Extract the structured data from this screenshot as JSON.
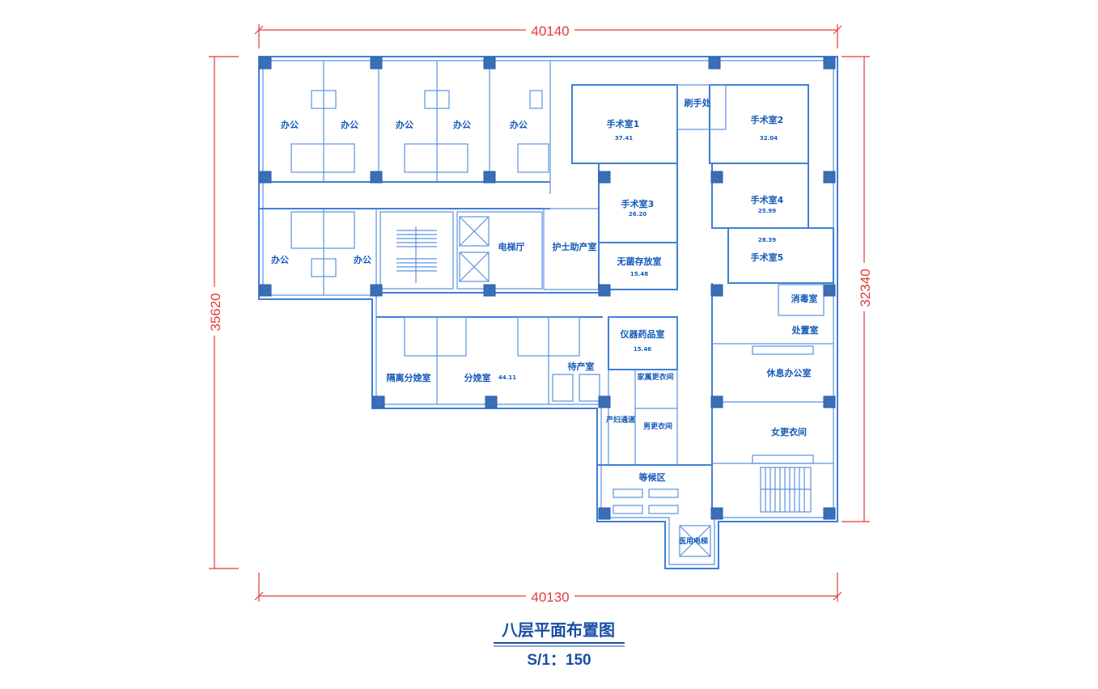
{
  "dimensions": {
    "top": "40140",
    "bottom": "40130",
    "left": "35620",
    "right": "32340"
  },
  "title": "八层平面布置图",
  "scale": "S/1：150",
  "rooms": {
    "office": "办公",
    "elevator_hall": "电梯厅",
    "nurse_room": "护士助产室",
    "or1": {
      "name": "手术室1",
      "area": "37.41"
    },
    "or2": {
      "name": "手术室2",
      "area": "32.04"
    },
    "or3": {
      "name": "手术室3",
      "area": "26.20"
    },
    "or4": {
      "name": "手术室4",
      "area": "25.99"
    },
    "or5": {
      "name": "手术室5",
      "area": "28.39"
    },
    "scrub": "刷手处",
    "sterile": {
      "name": "无菌存放室",
      "area": "15.48"
    },
    "disinfect": "消毒室",
    "disposal": "处置室",
    "instrument": {
      "name": "仪器药品室",
      "area": "15.46"
    },
    "rest_office": "休息办公室",
    "family_changing": "家属更衣间",
    "maternal_passage": "产妇通道",
    "male_changing": "男更衣间",
    "female_changing": "女更衣间",
    "waiting": "等候区",
    "medical_elevator": "医用电梯",
    "isolation_delivery": "隔离分娩室",
    "delivery": {
      "name": "分娩室",
      "area": "44.11"
    },
    "labor": "待产室"
  },
  "colors": {
    "walls": "#3f7fd6",
    "text": "#1459b8",
    "dimension": "#e23a3a"
  }
}
